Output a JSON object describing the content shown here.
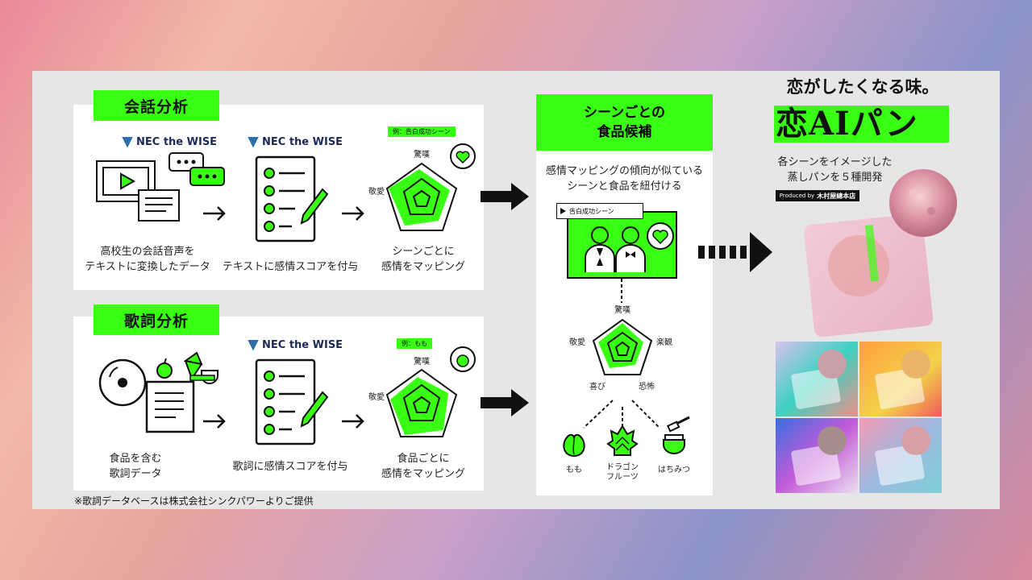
{
  "conversation": {
    "title": "会話分析",
    "brand": "NEC the WISE",
    "step1": "高校生の会話音声を\nテキストに変換したデータ",
    "step2": "テキストに感情スコアを付与",
    "example_tag": "例：告白成功シーン",
    "step3": "シーンごとに\n感情をマッピング",
    "axis_top": "驚嘆",
    "axis_left": "敬愛"
  },
  "lyrics": {
    "title": "歌詞分析",
    "brand": "NEC the WISE",
    "step1": "食品を含む\n歌詞データ",
    "step2": "歌詞に感情スコアを付与",
    "example_tag": "例：もも",
    "step3": "食品ごとに\n感情をマッピング",
    "axis_top": "驚嘆",
    "axis_left": "敬愛"
  },
  "candidates": {
    "title_line1": "シーンごとの",
    "title_line2": "食品候補",
    "desc": "感情マッピングの傾向が似ている\nシーンと食品を紐付ける",
    "scene_tag": "告白成功シーン",
    "axes": {
      "top": "驚嘆",
      "left": "敬愛",
      "right": "楽観",
      "bottom_left": "喜び",
      "bottom_right": "恐怖"
    },
    "foods": [
      "もも",
      "ドラゴン\nフルーツ",
      "はちみつ"
    ]
  },
  "product": {
    "tagline": "恋がしたくなる味。",
    "name": "恋AIパン",
    "desc": "各シーンをイメージした\n蒸しパンを５種開発",
    "produced_by": "Produced by",
    "maker": "木村屋總本店"
  },
  "footnote": "※歌詞データベースは株式会社シンクパワーよりご提供",
  "colors": {
    "accent": "#39ff14",
    "ink": "#111111"
  }
}
